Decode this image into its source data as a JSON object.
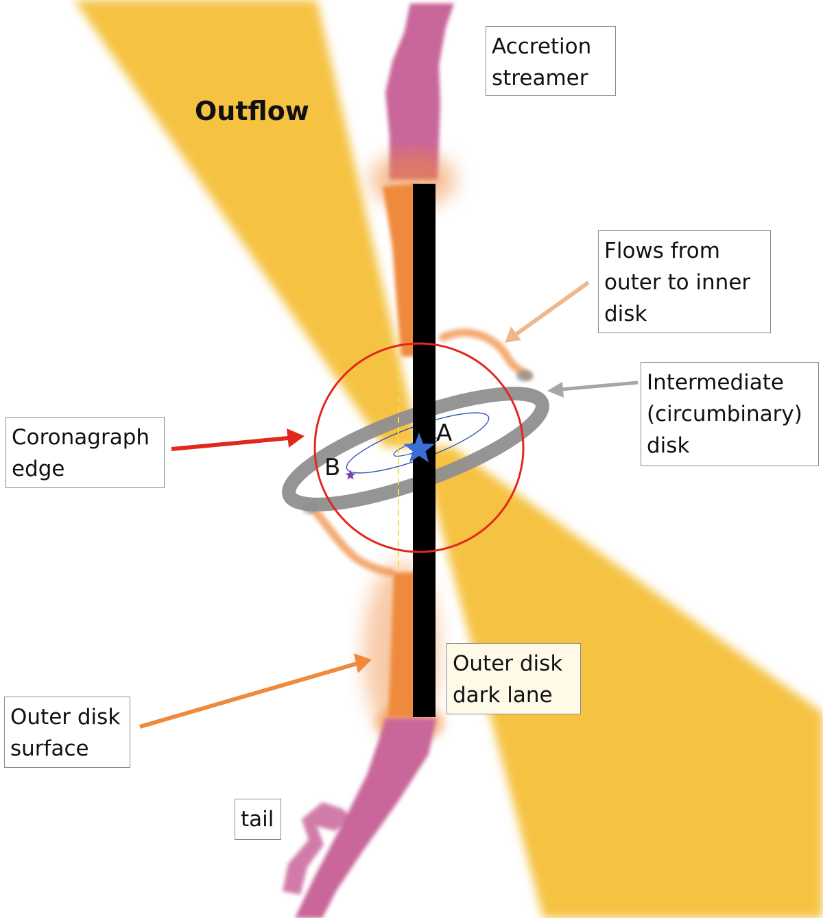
{
  "labels": {
    "outflow": "Outflow",
    "accretion_streamer": [
      "Accretion",
      "streamer"
    ],
    "flows_outer_inner": [
      "Flows from",
      "outer to inner",
      "disk"
    ],
    "intermediate_disk": [
      "Intermediate",
      "(circumbinary)",
      "disk"
    ],
    "coronagraph_edge": [
      "Coronagraph",
      "edge"
    ],
    "outer_disk_dark_lane": [
      "Outer disk",
      "dark lane"
    ],
    "outer_disk_surface": [
      "Outer disk",
      "surface"
    ],
    "tail": "tail",
    "star_a": "A",
    "star_b": "B"
  },
  "colors": {
    "outflow": "#f5c242",
    "streamer": "#c9669a",
    "outer_disk_surface": "#ef8a3c",
    "dark_lane": "#000000",
    "intermediate_disk": "#8f8f8f",
    "inner_orbit": "#2f53b5",
    "coronagraph": "#e0281d",
    "star_a": "#3a6fd6",
    "star_b": "#7a3cae",
    "arrow_coronagraph": "#e0281d",
    "arrow_flows": "#efb88c",
    "arrow_intermediate": "#a6a6a6",
    "arrow_surface": "#ef8a3c",
    "line_of_sight": "#f4e04a"
  },
  "icons": {
    "star_a": "star-icon",
    "star_b": "star-icon"
  }
}
